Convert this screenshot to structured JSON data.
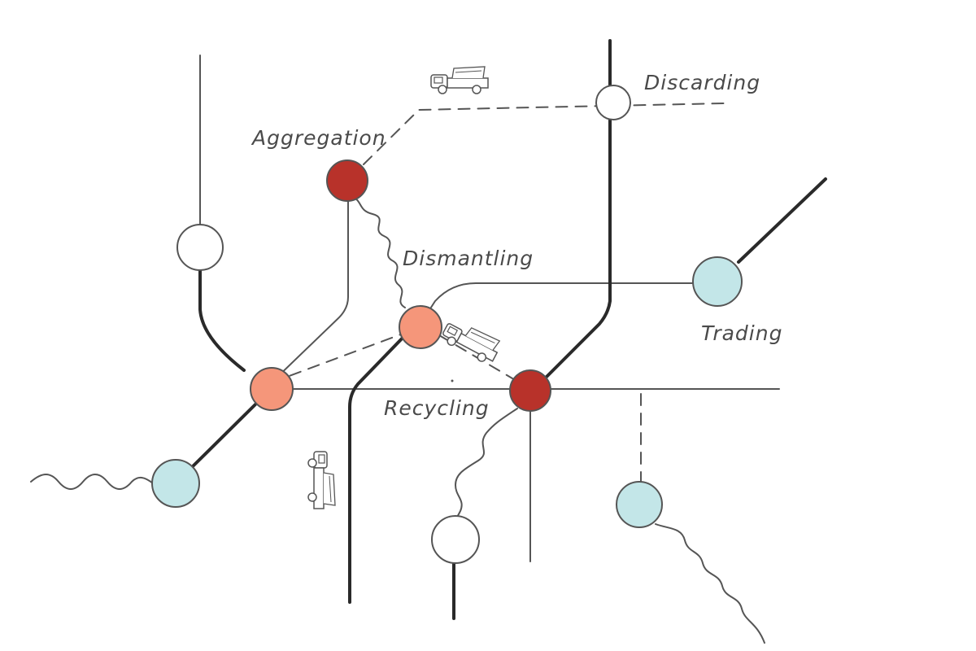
{
  "labels": {
    "aggregation": "Aggregation",
    "discarding": "Discarding",
    "dismantling": "Dismantling",
    "trading": "Trading",
    "recycling": "Recycling"
  },
  "colors": {
    "dark_red": "#b8322a",
    "salmon": "#f5967a",
    "light_blue": "#c3e6e8",
    "white": "#ffffff",
    "line": "#555555",
    "thick_line": "#2a2a2a"
  },
  "icons": [
    "truck-icon",
    "truck-icon",
    "truck-icon"
  ]
}
